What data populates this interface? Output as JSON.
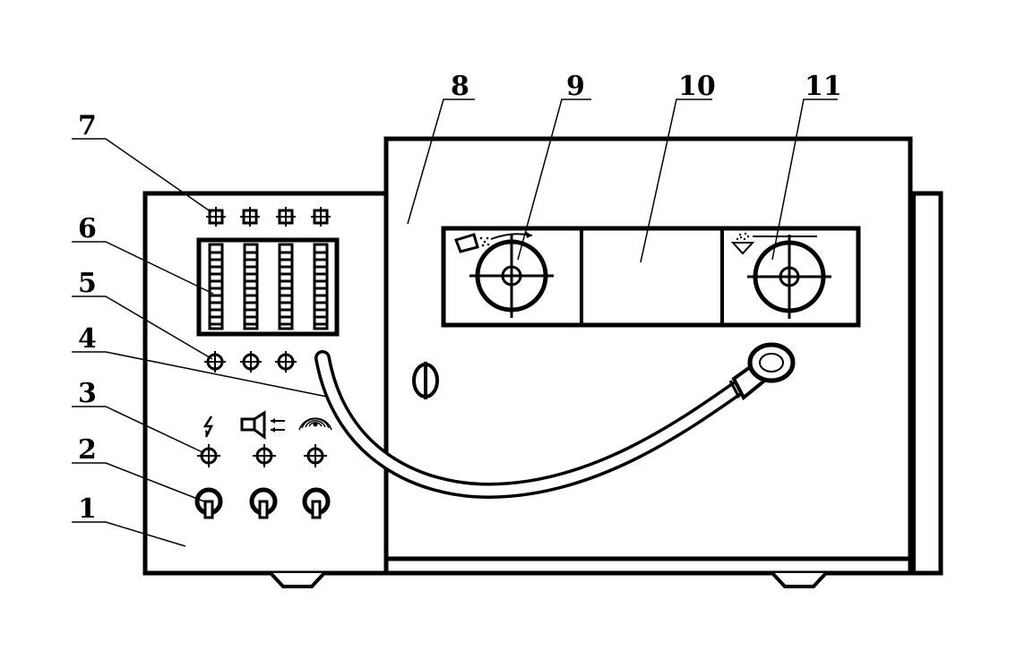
{
  "callouts": [
    {
      "number": "1"
    },
    {
      "number": "2"
    },
    {
      "number": "3"
    },
    {
      "number": "4"
    },
    {
      "number": "5"
    },
    {
      "number": "6"
    },
    {
      "number": "7"
    },
    {
      "number": "8"
    },
    {
      "number": "9"
    },
    {
      "number": "10"
    },
    {
      "number": "11"
    }
  ],
  "icons": {
    "indicator_1": "lightning-icon",
    "indicator_2": "speaker-icon",
    "indicator_3": "signal-waves-icon",
    "window_left": "spray-nozzle-icon",
    "window_right": "dust-funnel-icon"
  },
  "colors": {
    "stroke": "#000000",
    "background": "#ffffff"
  }
}
